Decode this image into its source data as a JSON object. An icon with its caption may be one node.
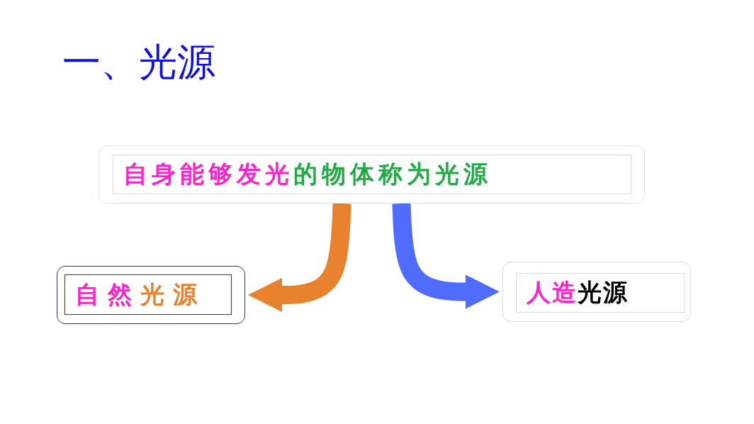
{
  "diagram": {
    "title": "一、光源",
    "nodes": [
      {
        "text": [
          "自身能够发光",
          "的物体称为光源"
        ]
      },
      {
        "text": [
          "自然",
          "光源"
        ]
      },
      {
        "text": [
          "人造",
          "光源"
        ]
      }
    ],
    "edges": [
      {
        "from": 0,
        "to": 1,
        "arrow": "to",
        "color": "#e8822e"
      },
      {
        "from": 0,
        "to": 2,
        "arrow": "to",
        "color": "#4f6cff"
      }
    ]
  }
}
